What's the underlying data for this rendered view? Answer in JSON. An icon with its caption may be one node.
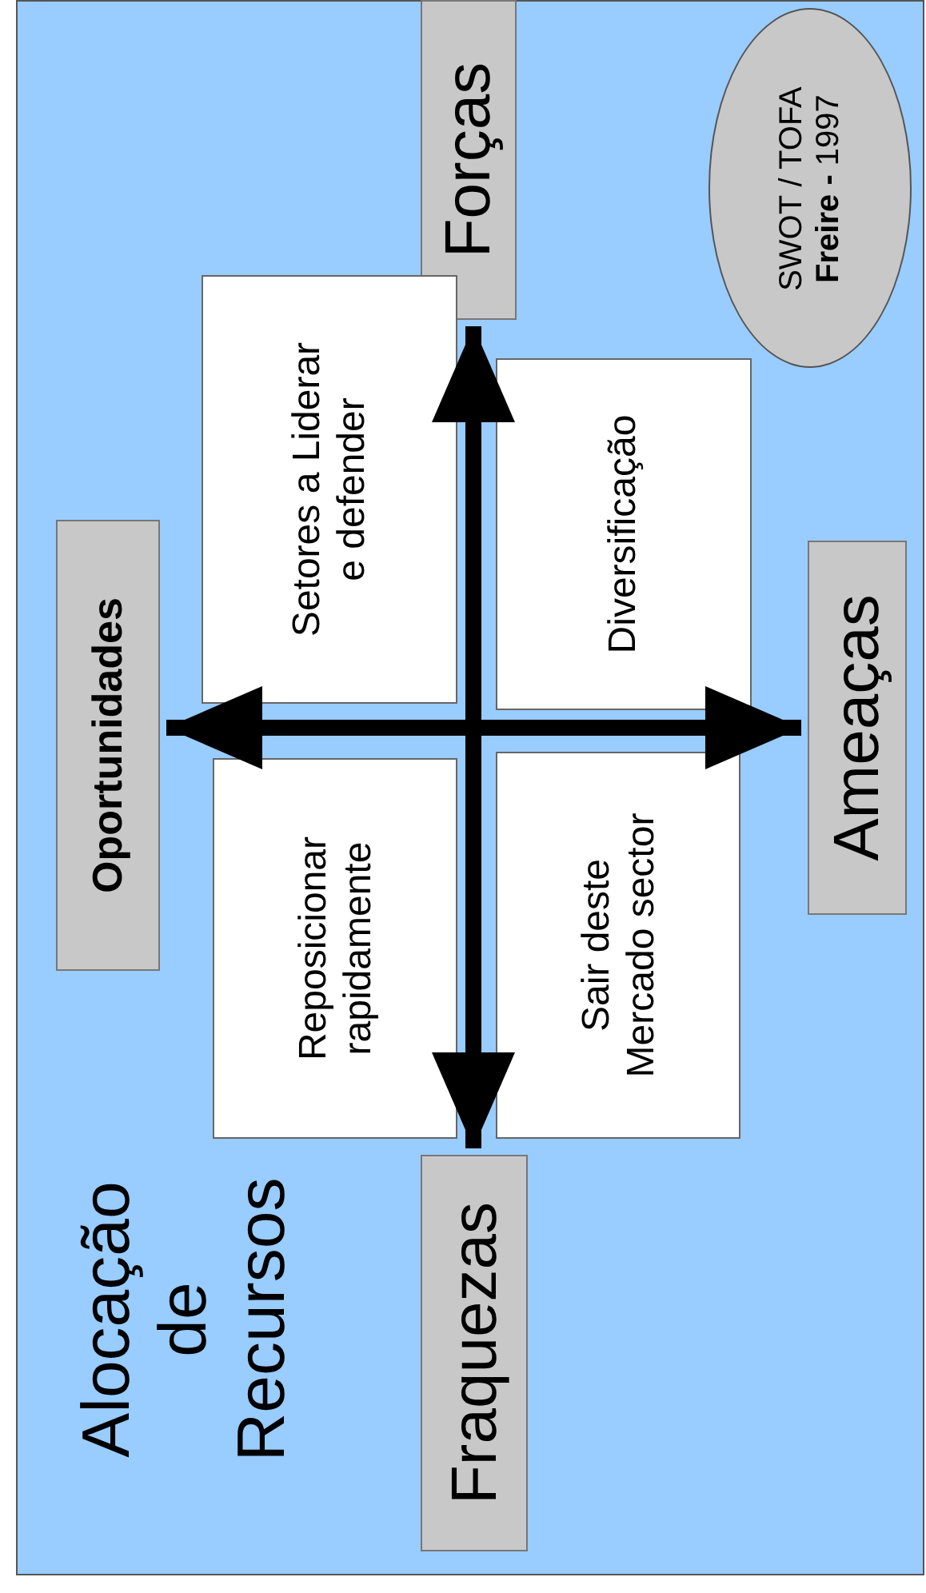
{
  "diagram": {
    "title": "Alocação de Recursos",
    "nodes": [
      {
        "text": [
          "Forças"
        ]
      },
      {
        "text": [
          "Oportunidades"
        ]
      },
      {
        "text": [
          "Ameaças"
        ]
      },
      {
        "text": [
          "Fraquezas"
        ]
      },
      {
        "text": [
          "Setores a Liderar e defender"
        ]
      },
      {
        "text": [
          "Diversificação"
        ]
      },
      {
        "text": [
          "Reposicionar rapidamente"
        ]
      },
      {
        "text": [
          "Sair deste Mercado sector"
        ]
      },
      {
        "text": [
          "SWOT / TOFA",
          "**Freire -** 1997"
        ]
      }
    ],
    "edges": [
      {
        "from": 0,
        "to": 3,
        "arrow": "both"
      },
      {
        "from": 1,
        "to": 2,
        "arrow": "both"
      }
    ]
  }
}
